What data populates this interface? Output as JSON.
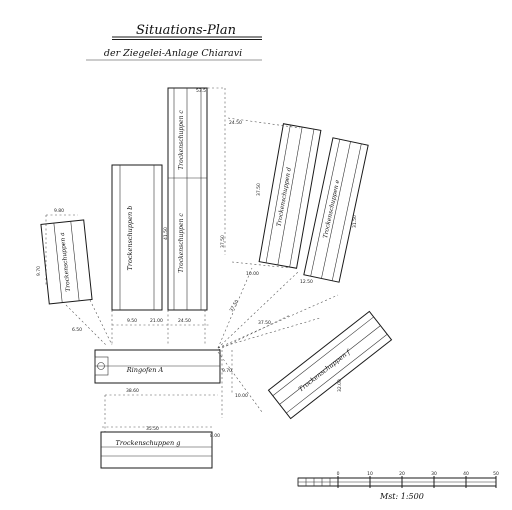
{
  "title": {
    "line1": "Situations-Plan",
    "line2": "der Ziegelei-Anlage Chiaravi"
  },
  "buildings": {
    "a": {
      "label": "Trockenschuppen a"
    },
    "b": {
      "label": "Trockenschuppen b"
    },
    "c": {
      "label": "Trockenschuppen c"
    },
    "d": {
      "label": "Trockenschuppen d"
    },
    "e": {
      "label": "Trockenschuppen e"
    },
    "f": {
      "label": "Trockenschuppen f"
    },
    "g": {
      "label": "Trockenschuppen g"
    },
    "ring": {
      "label": "Ringofen A"
    }
  },
  "dimensions": {
    "d1": "53.5",
    "d2": "24.50",
    "d3": "9.80",
    "d4": "41.50",
    "d5": "37.50",
    "d6": "9.50",
    "d7": "21.00",
    "d8": "24.50",
    "d9": "9.70",
    "d10": "37.50",
    "d11": "31.50",
    "d12": "10.00",
    "d13": "12.50",
    "d14": "6.50",
    "d15": "37.50",
    "d16": "38.60",
    "d17": "37.50",
    "d18": "32.00",
    "d19": "9.70",
    "d20": "10.00",
    "d21": "35.50",
    "d22": "8.00"
  },
  "scale": {
    "label": "Mst: 1:500",
    "ticks": [
      "0",
      "10",
      "20",
      "30",
      "40",
      "50"
    ]
  }
}
